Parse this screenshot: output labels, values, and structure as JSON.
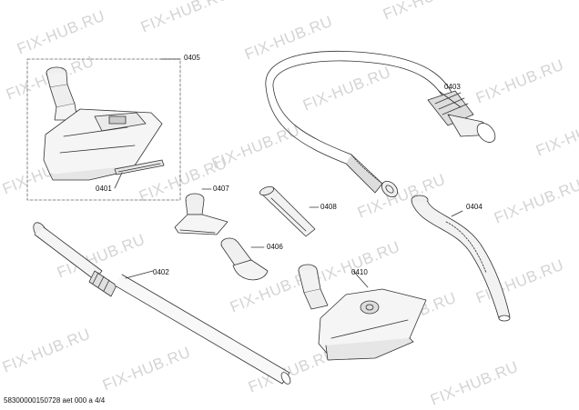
{
  "watermark": "FIX-HUB.RU",
  "parts": {
    "p0401": "0401",
    "p0402": "0402",
    "p0403": "0403",
    "p0404": "0404",
    "p0405": "0405",
    "p0406": "0406",
    "p0407": "0407",
    "p0408": "0408",
    "p0410": "0410"
  },
  "footer": "58300000150728 aet 000 a 4/4",
  "colors": {
    "line": "#333333",
    "fill": "#e6e6e6",
    "watermark": "#d4d4d4"
  }
}
